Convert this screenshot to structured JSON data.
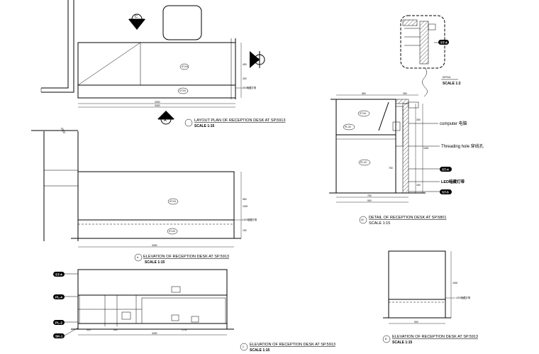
{
  "drawings": {
    "layout_plan": {
      "title": "LAYOUT PLAN OF RECEPTION DESK AT SP.5913",
      "scale": "SCALE 1:15",
      "marker": "A",
      "callout_c": "C",
      "callout_b": "B",
      "led": "LED暗藏灯带",
      "dims": [
        "2000",
        "3400"
      ],
      "side_dims": [
        "450",
        "300"
      ],
      "tags": [
        "ST-04",
        "ST-04"
      ]
    },
    "elevation_a": {
      "marker": "A",
      "title": "ELEVATION OF RECEPTION DESK AT SP.5913",
      "scale": "SCALE 1:15",
      "led": "LED暗藏灯带",
      "dims": [
        "3400"
      ],
      "side_dims": [
        "960",
        "1150",
        "190"
      ],
      "tags": [
        "ST-04",
        "ST-04"
      ]
    },
    "elevation_c": {
      "marker": "C",
      "title": "ELEVATION OF RECEPTION DESK AT SP.5913",
      "scale": "SCALE 1:15",
      "dims": [
        "3400"
      ],
      "sub_dims": [
        "300",
        "600",
        "1700"
      ],
      "tags": [
        "ST-4",
        "PL-4",
        "PL-2",
        "SK-1"
      ]
    },
    "detail_02": {
      "marker": "02",
      "title": "DETAIL OF RECEPTION DESK AT SP.5801",
      "scale": "SCALE 1:15",
      "computer": "computer 电脑",
      "threading": "Threading hole 穿线孔",
      "led": "LED暗藏灯带",
      "dims": [
        "650",
        "250",
        "750",
        "900"
      ],
      "side_dims": [
        "300",
        "1150",
        "750",
        "150"
      ],
      "tags": [
        "ST-04",
        "PL-02",
        "PL-02",
        "ST-4",
        "ST-5"
      ]
    },
    "detail": {
      "title": "DETAIL",
      "scale": "SCALE 1:2",
      "tag": "ST-4"
    },
    "elevation_b": {
      "marker": "B",
      "title": "ELEVATION OF RECEPTION DESK AT SP.5913",
      "scale": "SCALE 1:15",
      "led": "LED暗藏灯带",
      "dims": [
        "900"
      ],
      "side_dims": [
        "1150"
      ]
    }
  }
}
